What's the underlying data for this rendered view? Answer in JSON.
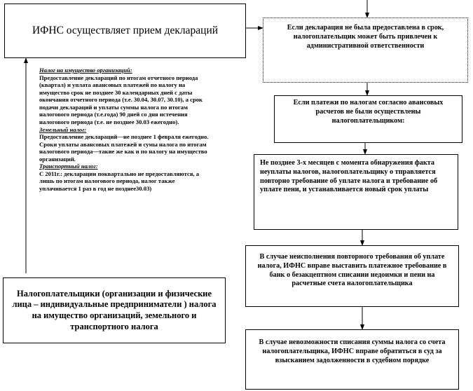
{
  "main_box": {
    "text": "ИФНС осуществляет прием деклараций"
  },
  "tax_info": {
    "property_heading": "Налог на имущество организаций:",
    "property_text": "Предоставление деклараций по итогам отчетного периода (квартал) и уплата авансовых платежей по налогу на имущество срок не позднее 30 календарных дней с даты окончания отчетного периода (т.е. 30.04, 30.07, 30.10), а срок подачи деклараций и уплаты суммы налога по итогам налогового периода (т.е.года) 90 дней со дня истечения налогового периода (т.е. не позднее 30.03 ежегодно).",
    "land_heading": "Земельный налог:",
    "land_text": "Предоставление деклараций—не позднее 1 февраля ежегодно. Сроки уплаты авансовых платежей и сумы налога по итогам налогового периода—такие же как и по налогу на имущество организаций.",
    "transport_heading": "Транспортный налог:",
    "transport_text": "С 2011г.: декларации поквартально не предоставляются, а лишь по итогам налогового периода, налог также уплачивается 1 раз в год не позднее30.03)"
  },
  "payers_box": {
    "text": "Налогоплательщики (организации и физические лица – индивидуальные предприниматели ) налога на имущество организаций, земельного и транспортного налога"
  },
  "right_boxes": [
    {
      "text": "Если декларация не была предоставлена в срок, налогоплательщик может быть привлечен к административной ответственности"
    },
    {
      "text": "Если платежи по налогам согласно авансовых расчетов не были осуществлены налогоплательщиком:"
    },
    {
      "text": "Не позднее 3-х месяцев с момента обнаружения факта неуплаты налогов, налогоплательщику о тправляется повторно требование об уплате налога и требование об уплате пени, и устанавливается новый срок уплаты"
    },
    {
      "text": "В случае неисполнения повторного требования об уплате налога, ИФНС вправе выставить платежное требование в банк о безакцептном списании недоимки и пени на расчетные счета налогоплательщика"
    },
    {
      "text": "В случае невозможности списания суммы налога со счета налогоплательщика, ИФНС вправе обратиться в суд за взысканием задолженности в судебном порядке"
    }
  ],
  "colors": {
    "border": "#000000",
    "background": "#ffffff"
  }
}
